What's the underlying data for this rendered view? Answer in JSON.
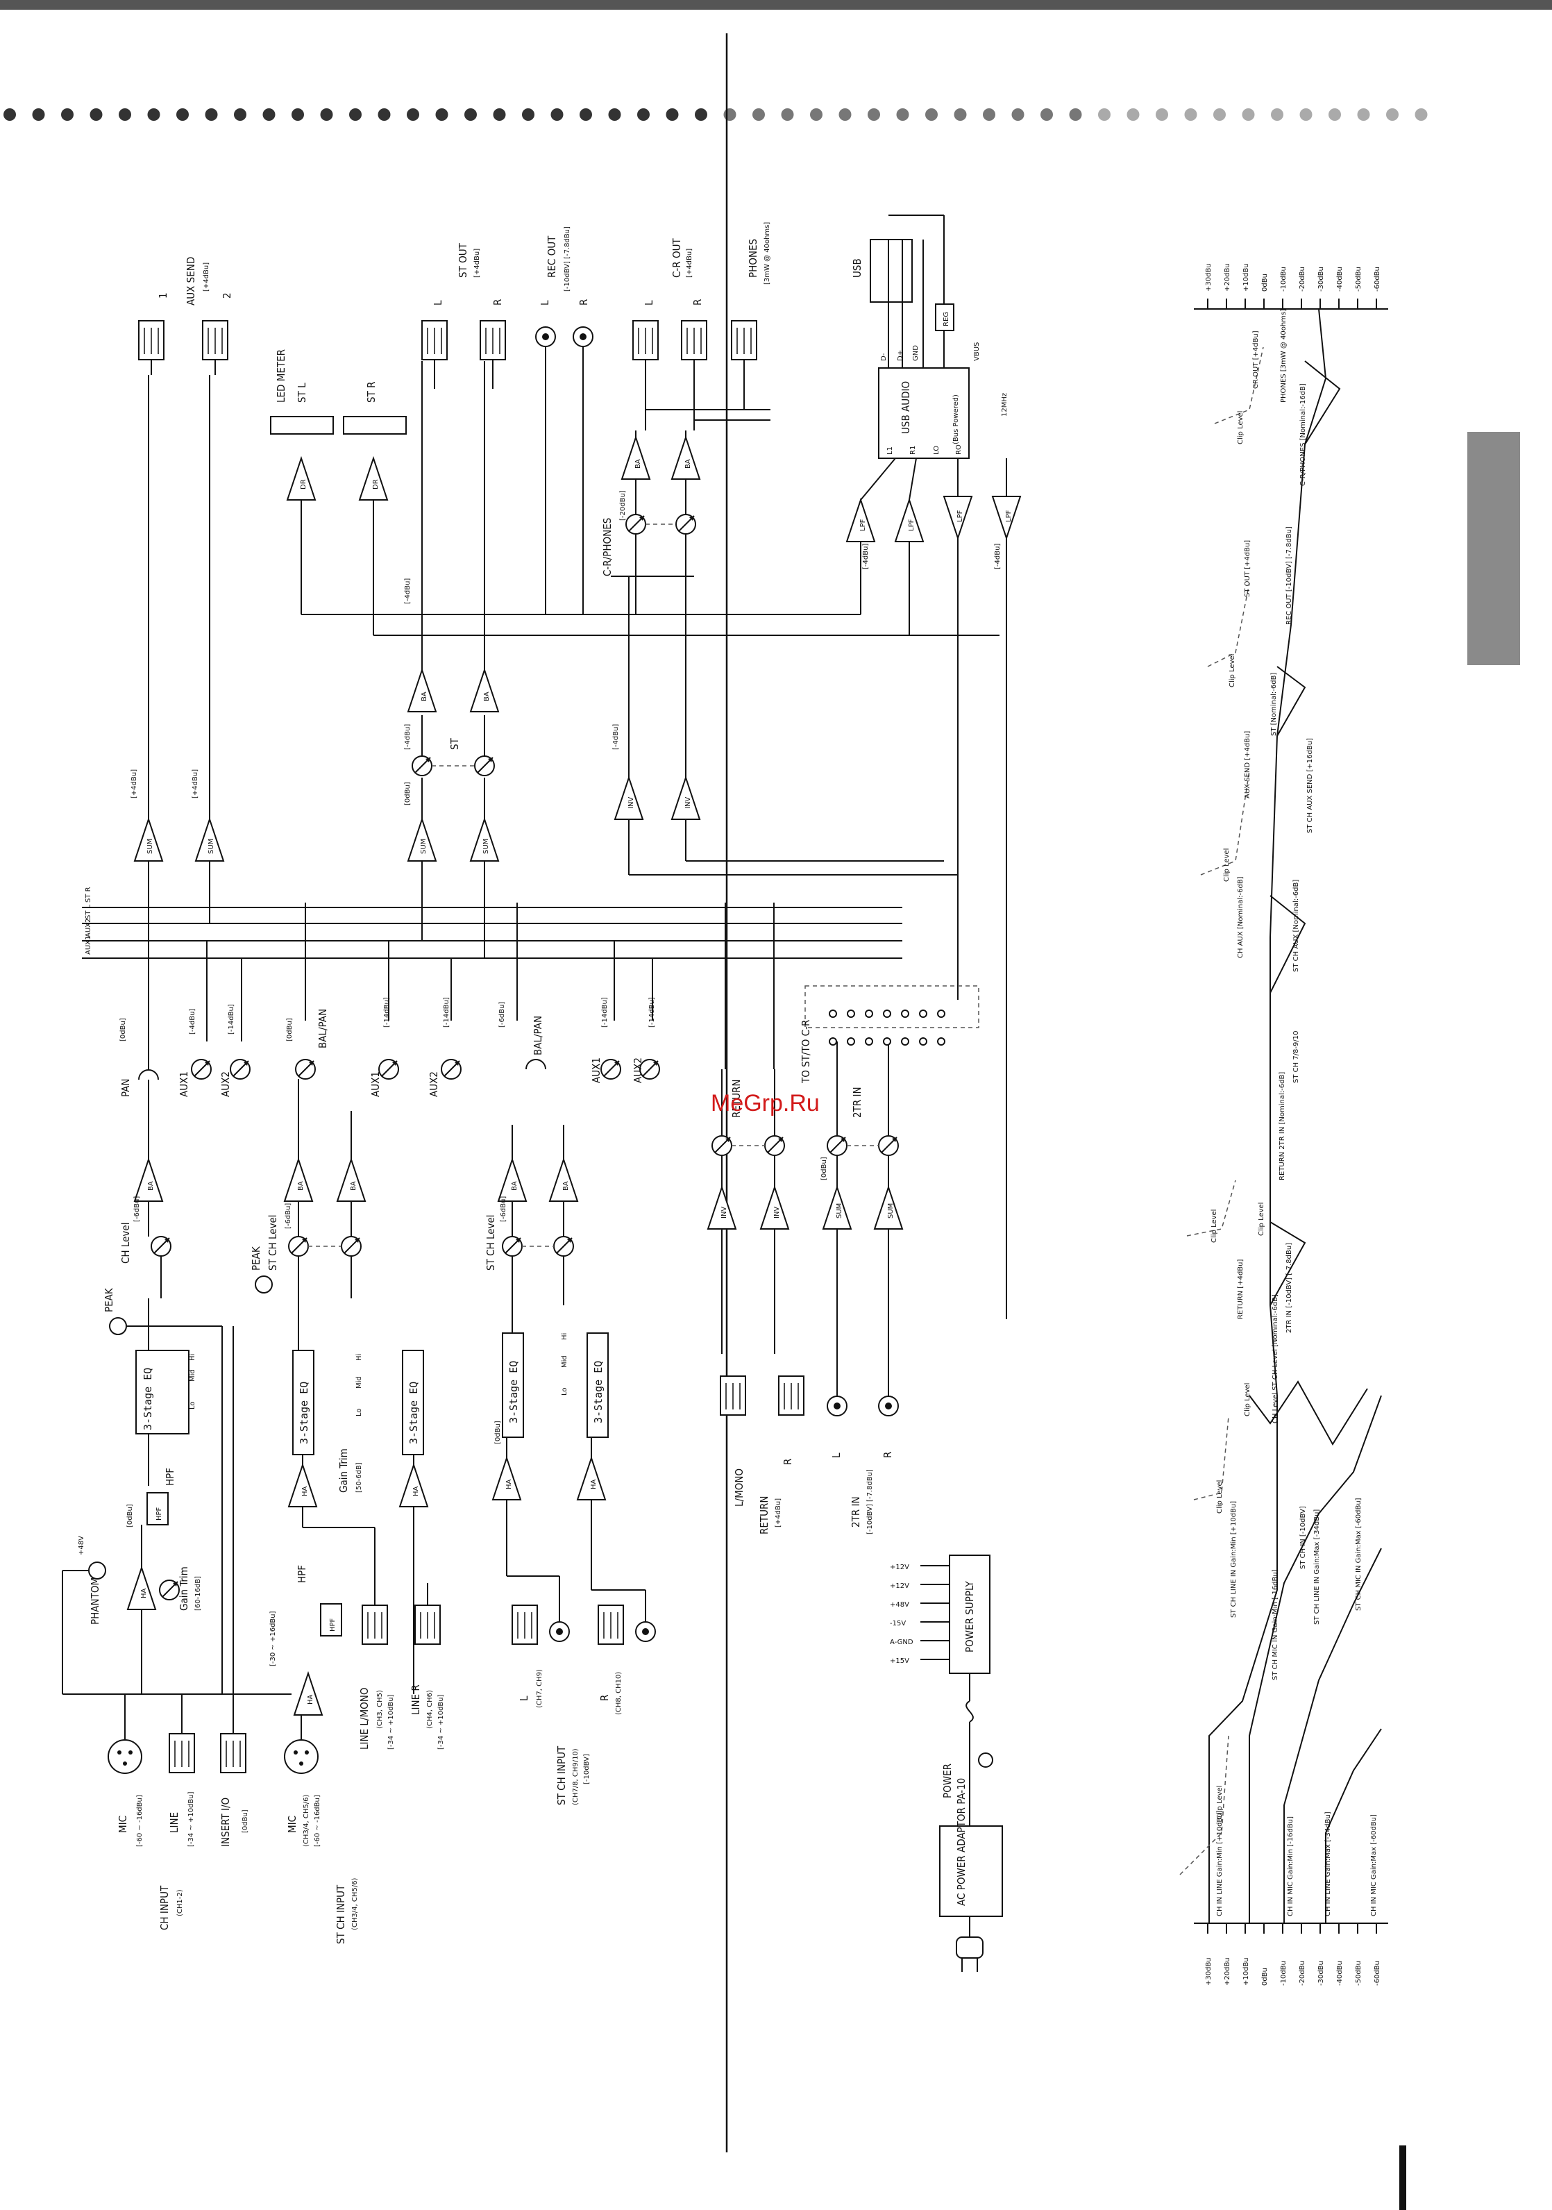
{
  "watermark": "MeGrp.Ru",
  "bus_labels": [
    "ST R",
    "ST L",
    "AUX2",
    "AUX1"
  ],
  "outputs": {
    "aux_send": "AUX SEND",
    "aux_send_level": "[+4dBu]",
    "aux_send_1": "1",
    "aux_send_2": "2",
    "st_out": "ST OUT",
    "st_out_level": "[+4dBu]",
    "st_out_l": "L",
    "st_out_r": "R",
    "rec_out": "REC OUT",
    "rec_out_level": "[-10dBV] [-7.8dBu]",
    "rec_out_l": "L",
    "rec_out_r": "R",
    "cr_out": "C-R OUT",
    "cr_out_level": "[+4dBu]",
    "cr_out_l": "L",
    "cr_out_r": "R",
    "phones": "PHONES",
    "phones_spec": "[3mW @ 40ohms]",
    "usb": "USB",
    "usb_audio": "USB AUDIO",
    "bus_powered": "(Bus Powered)",
    "reg": "REG",
    "vbus": "VBUS",
    "gnd": "GND",
    "d_plus": "D+",
    "d_minus": "D-",
    "clock": "12MHz",
    "usb_pins": [
      "L1",
      "R1",
      "LO",
      "RO"
    ]
  },
  "meter": {
    "title": "LED METER",
    "st_l": "ST L",
    "st_r": "ST R",
    "dr": "DR"
  },
  "blocks": {
    "ba": "BA",
    "sum": "SUM",
    "inv": "INV",
    "lpf": "LPF",
    "ha": "HA",
    "hpf": "HPF",
    "eq": "3-Stage EQ",
    "hi": "Hi",
    "mid": "Mid",
    "lo": "Lo",
    "st": "ST",
    "cr_phones": "C-R/PHONES",
    "to_st_cr": "TO ST/TO C-R",
    "power_supply": "POWER SUPPLY",
    "ac_adaptor": "AC POWER ADAPTOR PA-10",
    "power": "POWER"
  },
  "controls": {
    "pan": "PAN",
    "bal_pan": "BAL/PAN",
    "aux1": "AUX1",
    "aux2": "AUX2",
    "ch_level": "CH Level",
    "st_ch_level": "ST CH Level",
    "gain_trim": "Gain Trim",
    "gain_trim_range": "[60-16dB]",
    "gain_trim_range2": "[50-6dB]",
    "peak": "PEAK",
    "phantom": "PHANTOM",
    "plus48": "+48V",
    "return": "RETURN",
    "tr_in": "2TR IN"
  },
  "inputs": {
    "mic": "MIC",
    "mic_range": "[-60 ~ -16dBu]",
    "line": "LINE",
    "line_range": "[-34 ~ +10dBu]",
    "insert": "INSERT I/O",
    "insert_level": "[0dBu]",
    "ch_input": "CH INPUT",
    "ch_input_sub": "(CH1-2)",
    "mic_st": "MIC",
    "mic_st_sub": "(CH3/4, CH5/6)",
    "mic_st_range": "[-60 ~ -16dBu]",
    "st_ch_input": "ST CH INPUT",
    "st_ch_input_sub": "(CH3/4, CH5/6)",
    "line_l_mono": "LINE L/MONO",
    "line_l_sub": "(CH3, CH5)",
    "line_r": "LINE R",
    "line_r_sub": "(CH4, CH6)",
    "line_st_range": "[-34 ~ +10dBu]",
    "st_l": "L",
    "st_l_sub": "(CH7, CH9)",
    "st_r": "R",
    "st_r_sub": "(CH8, CH10)",
    "st_ch_input2": "ST CH INPUT",
    "st_ch_input2_sub": "(CH7/8, CH9/10)",
    "st_ch_input2_level": "[-10dBV]",
    "return_l": "L/MONO",
    "return_r": "R",
    "return_label": "RETURN",
    "return_level": "[+4dBu]",
    "tr_l": "L",
    "tr_r": "R",
    "tr_label": "2TR IN",
    "tr_level": "[-10dBV] [-7.8dBu]"
  },
  "psu_rails": [
    "+12V",
    "+12V",
    "+48V",
    "-15V",
    "A-GND",
    "+15V"
  ],
  "levels": {
    "l0": "[0dBu]",
    "l4": "[+4dBu]",
    "lm4": "[-4dBu]",
    "lm6": "[-6dBu]",
    "lm14": "[-14dBu]",
    "lm16": "[-16dBu]",
    "lm20": "[-20dBu]",
    "lm30": "[-30 ~ +16dBu]"
  },
  "level_diagram": {
    "scale": [
      "+30dBu",
      "+20dBu",
      "+10dBu",
      "0dBu",
      "-10dBu",
      "-20dBu",
      "-30dBu",
      "-40dBu",
      "-50dBu",
      "-60dBu"
    ],
    "clip_level": "Clip Level",
    "labels": [
      "CR OUT [+4dBu]",
      "PHONES [3mW @ 40ohms]",
      "C-R/PHONES [Nominal:-16dB]",
      "ST OUT [+4dBu]",
      "REC OUT [-10dBV] [-7.8dBu]",
      "ST [Nominal:-6dB]",
      "AUX SEND [+4dBu]",
      "ST CH AUX SEND [+16dBu]",
      "CH AUX [Nominal:-6dB]",
      "ST CH AUX [Nominal:-6dB]",
      "ST CH 7/8-9/10",
      "RETURN 2TR IN [Nominal:-6dB]",
      "RETURN [+4dBu]",
      "2TR IN [-10dBV] [-7.8dBu]",
      "CH Level ST CH Level [Nominal:-6dB]",
      "ST CH LINE IN Gain:Min [+10dBu]",
      "ST CH MIC IN Gain:Min [-16dBu]",
      "ST CH LINE IN Gain:Max [-34dBu]",
      "ST CH MIC IN Gain:Max [-60dBu]",
      "ST CH IN [-10dBV]",
      "CH IN LINE Gain:Min [+10dBu]",
      "CH IN MIC Gain:Min [-16dBu]",
      "CH IN LINE Gain:Max [-34dBu]",
      "CH IN MIC Gain:Max [-60dBu]"
    ]
  }
}
